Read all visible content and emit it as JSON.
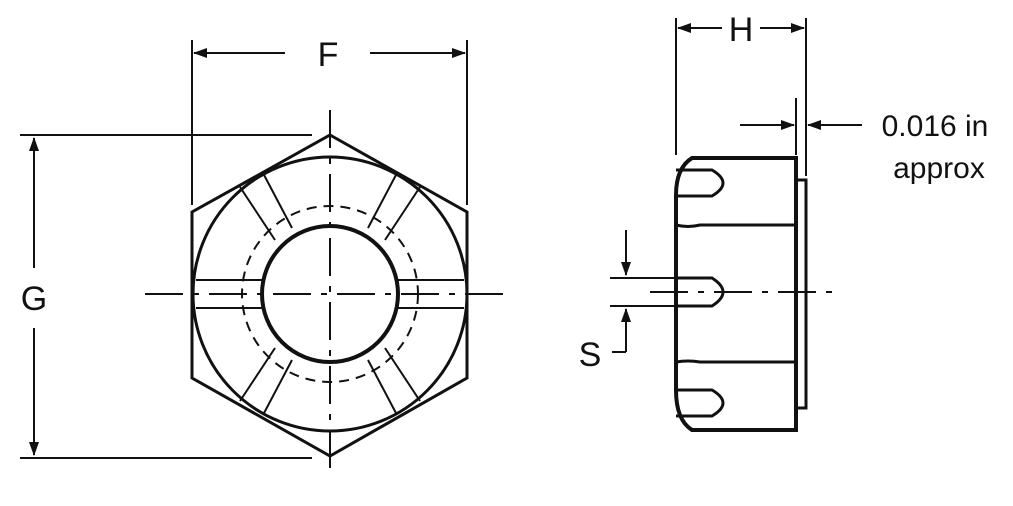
{
  "labels": {
    "f": "F",
    "g": "G",
    "h": "H",
    "s": "S",
    "clearance_value": "0.016 in",
    "clearance_note": "approx"
  },
  "colors": {
    "ink": "#111111",
    "background": "#ffffff"
  }
}
